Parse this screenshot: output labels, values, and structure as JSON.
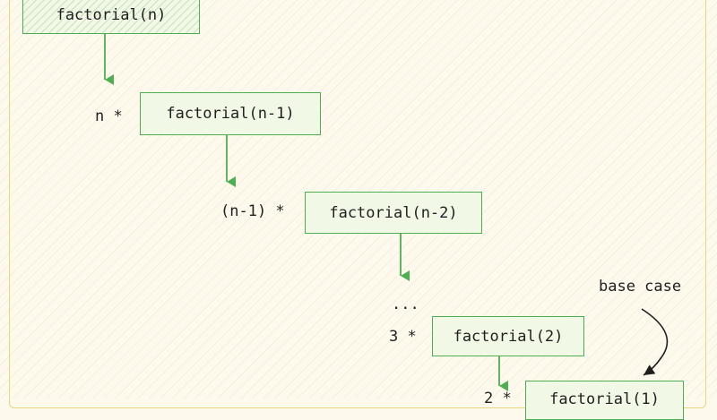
{
  "steps": [
    {
      "call": "factorial(n)",
      "multiplier": ""
    },
    {
      "call": "factorial(n-1)",
      "multiplier": "n *"
    },
    {
      "call": "factorial(n-2)",
      "multiplier": "(n-1) *"
    },
    {
      "call": "factorial(2)",
      "multiplier": "3 *"
    },
    {
      "call": "factorial(1)",
      "multiplier": "2 *"
    }
  ],
  "ellipsis": "...",
  "annotation": "base case",
  "colors": {
    "box_border": "#4caf50",
    "box_fill": "#f1f8e6",
    "arrow": "#4caf50",
    "annotation_arrow": "#1f1f1f",
    "frame": "#e8d77c"
  }
}
